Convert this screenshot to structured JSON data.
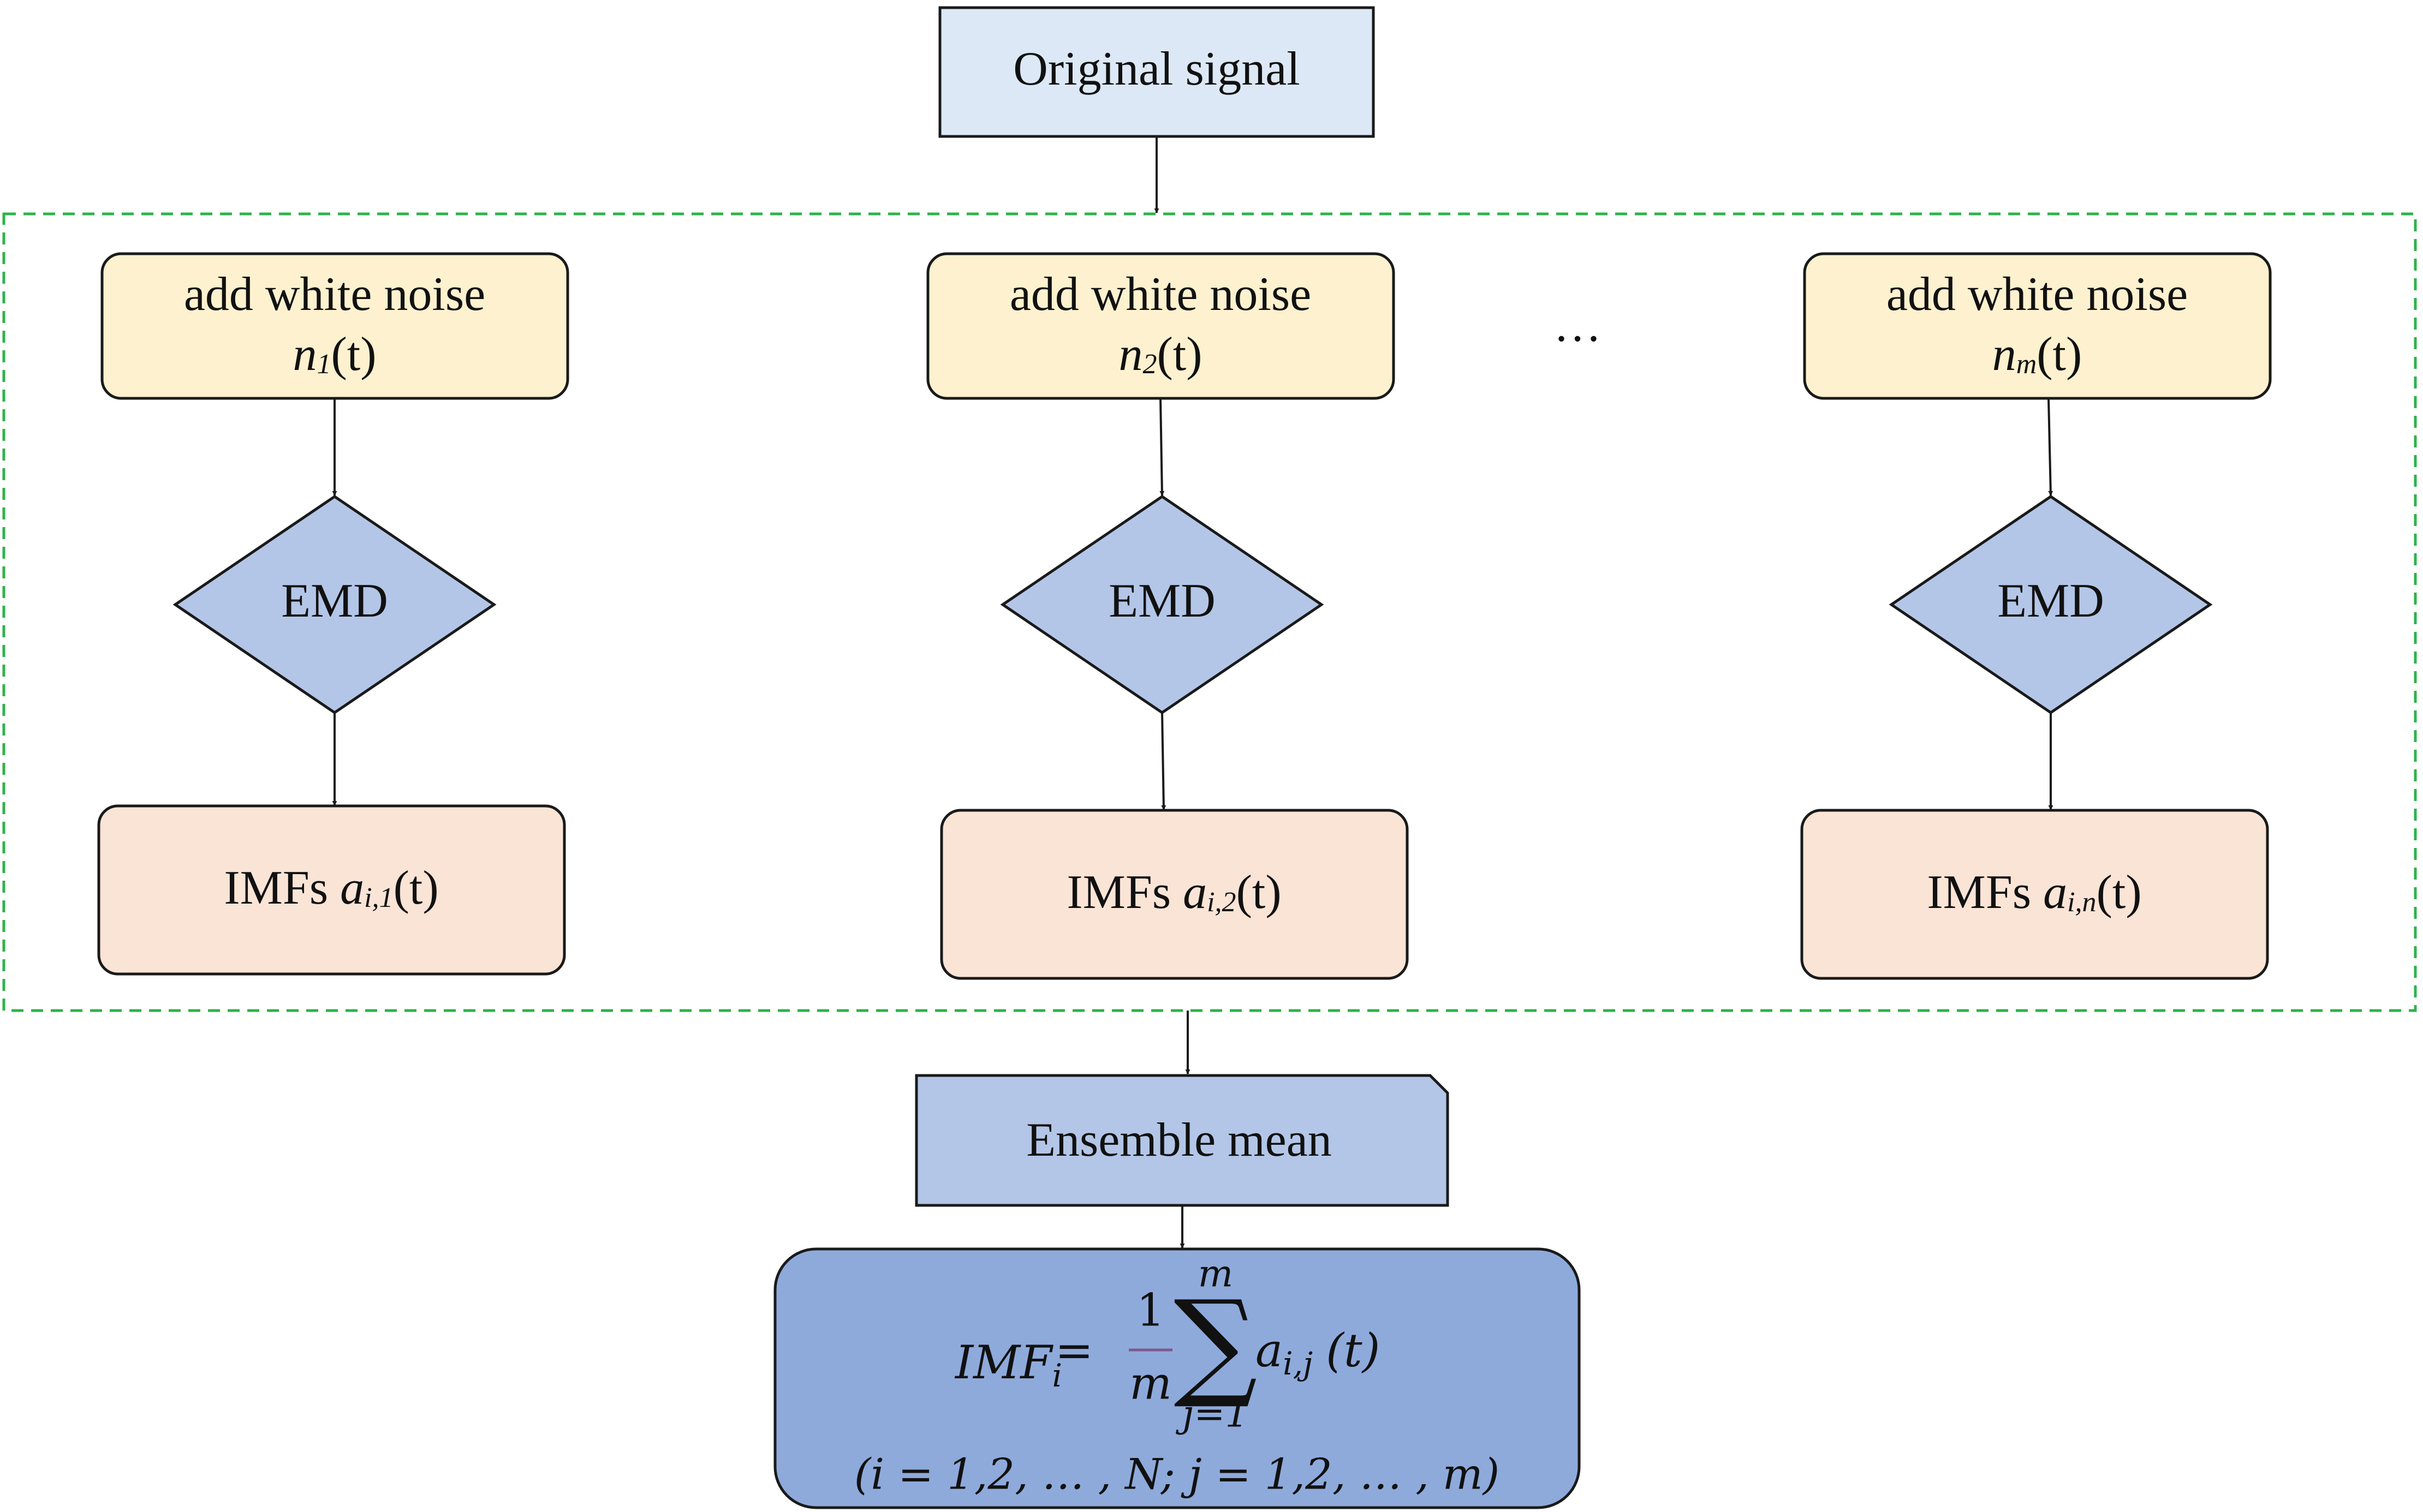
{
  "original": {
    "label": "Original signal"
  },
  "ellipsis": "…",
  "branches": [
    {
      "noise_line1": "add white noise",
      "noise_symbol": "n",
      "noise_subscript": "1",
      "noise_suffix": "(t)",
      "decomp_label": "EMD",
      "imf_prefix": "IMFs ",
      "imf_symbol": "a",
      "imf_subscript": "i,1",
      "imf_suffix": "(t)"
    },
    {
      "noise_line1": "add white noise",
      "noise_symbol": "n",
      "noise_subscript": "2",
      "noise_suffix": "(t)",
      "decomp_label": "EMD",
      "imf_prefix": "IMFs ",
      "imf_symbol": "a",
      "imf_subscript": "i,2",
      "imf_suffix": "(t)"
    },
    {
      "noise_line1": "add white noise",
      "noise_symbol": "n",
      "noise_subscript": "m",
      "noise_suffix": "(t)",
      "decomp_label": "EMD",
      "imf_prefix": "IMFs ",
      "imf_symbol": "a",
      "imf_subscript": "i,n",
      "imf_suffix": "(t)"
    }
  ],
  "ensemble": {
    "label": "Ensemble mean"
  },
  "formula": {
    "lhs": "IMF",
    "lhs_subscript": "i",
    "equals": "=",
    "numerator": "1",
    "denominator": "m",
    "sum_upper": "m",
    "sum_symbol": "∑",
    "sum_lower": "j=1",
    "term": "a",
    "term_subscript": "i,j",
    "term_arg": "(t)",
    "condition": "(i = 1,2, … , N; j = 1,2, … , m)"
  },
  "colors": {
    "original_fill": "#dce8f5",
    "noise_fill": "#fdf1cf",
    "emd_fill": "#b3c6e7",
    "imf_fill": "#fae4d6",
    "ensemble_fill": "#b3c6e7",
    "formula_fill": "#8eaadb",
    "dashed_border": "#2db34a",
    "stroke": "#1a1a1a"
  }
}
